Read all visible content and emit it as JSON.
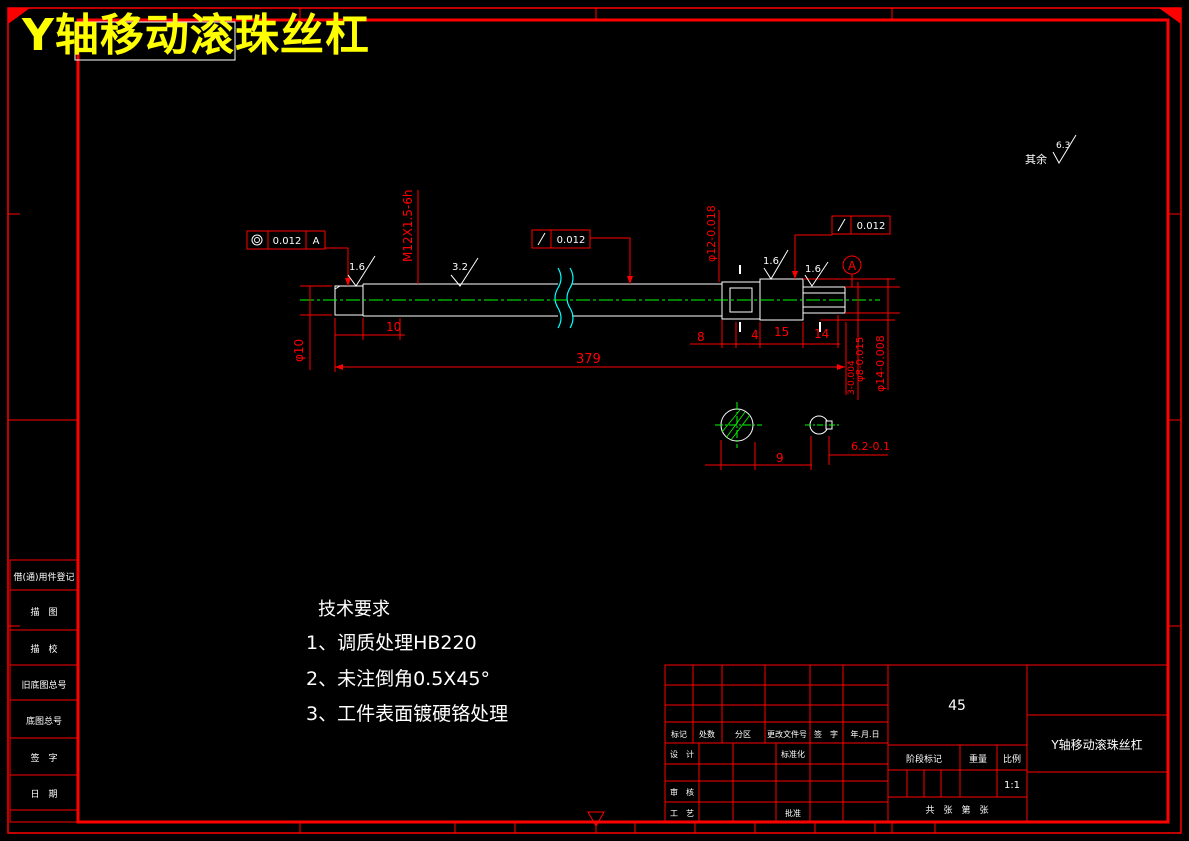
{
  "title": "Y轴移动滚珠丝杠",
  "surface_default": {
    "label": "其余",
    "value": "6.3"
  },
  "datum": "A",
  "thread": "M12X1.5-6h",
  "tolerance_frames": [
    {
      "symbol": "◎",
      "value": "0.012",
      "datum": "A"
    },
    {
      "symbol": "/",
      "value": "0.012"
    },
    {
      "symbol": "/",
      "value": "0.012"
    }
  ],
  "roughness": [
    "1.6",
    "3.2",
    "1.6",
    "1.6"
  ],
  "dimensions": {
    "dia10": "φ10",
    "len10": "10",
    "len379": "379",
    "dia12": "φ12-0.018",
    "len8": "8",
    "len4": "4",
    "len15": "15",
    "len14": "14",
    "dia8": "φ8-0.015",
    "dia14": "φ14-0.008",
    "key3": "3-0.004",
    "len9": "9",
    "len62": "6.2-0.1"
  },
  "tech_requirements": {
    "heading": "技术要求",
    "items": [
      "1、调质处理HB220",
      "2、未注倒角0.5X45°",
      "3、工件表面镀硬铬处理"
    ]
  },
  "side_labels": [
    "借(通)用件登记",
    "描　图",
    "描　校",
    "旧底图总号",
    "底图总号",
    "签　字",
    "日　期"
  ],
  "title_block": {
    "material": "45",
    "part_name": "Y轴移动滚珠丝杠",
    "scale": "1:1",
    "header_row": [
      "标记",
      "处数",
      "分区",
      "更改文件号",
      "签　字",
      "年.月.日"
    ],
    "labels": {
      "design": "设　计",
      "standardize": "标准化",
      "review": "审　核",
      "process": "工　艺",
      "approve": "批准",
      "stage_mark": "阶段标记",
      "weight": "重量",
      "ratio": "比例",
      "sheets": "共　张　第　张"
    }
  },
  "colors": {
    "border": "#ff0000",
    "geometry": "#ffffff",
    "center": "#00ff00",
    "hatch": "#00ff00",
    "title": "#ffff00"
  }
}
